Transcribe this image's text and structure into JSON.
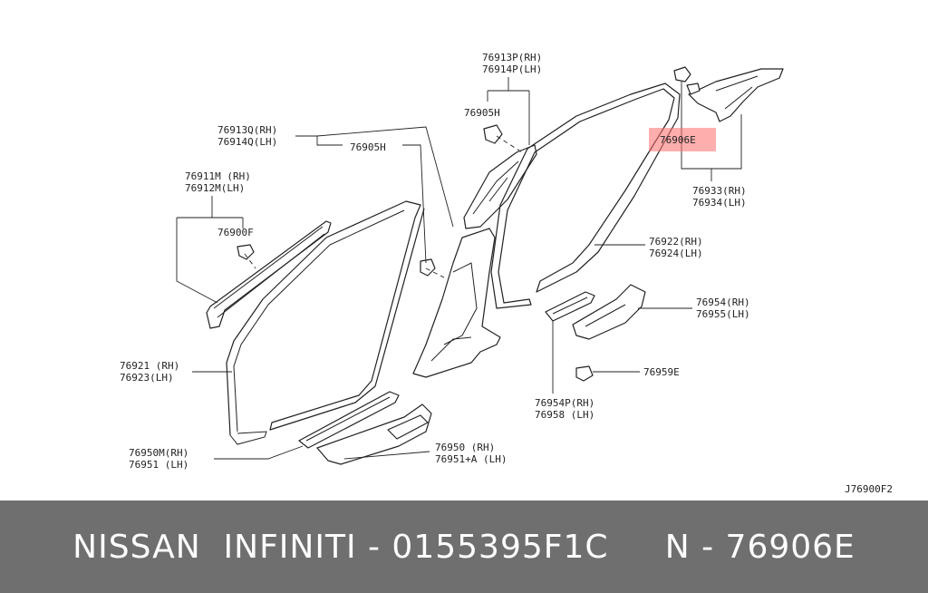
{
  "labels": {
    "l76913p": "76913P(RH)",
    "l76914p": "76914P(LH)",
    "l76905h_top": "76905H",
    "l76913q": "76913Q(RH)",
    "l76914q": "76914Q(LH)",
    "l76905h_mid": "76905H",
    "l76911m": "76911M (RH)",
    "l76912m": "76912M(LH)",
    "l76900f": "76900F",
    "l76906e": "76906E",
    "l76933": "76933(RH)",
    "l76934": "76934(LH)",
    "l76922": "76922(RH)",
    "l76924": "76924(LH)",
    "l76954": "76954(RH)",
    "l76955": "76955(LH)",
    "l76959e": "76959E",
    "l76954p": "76954P(RH)",
    "l76958": "76958  (LH)",
    "l76921": "76921 (RH)",
    "l76923": "76923(LH)",
    "l76950m": "76950M(RH)",
    "l76951": "76951  (LH)",
    "l76950": "76950   (RH)",
    "l76951a": "76951+A (LH)",
    "diagram_code": "J76900F2"
  },
  "highlight_color": "#ff6b6b",
  "banner": {
    "text": "NISSAN  INFINITI - 0155395F1C     N - 76906E",
    "background": "#6f6f6f",
    "color": "#ffffff"
  }
}
